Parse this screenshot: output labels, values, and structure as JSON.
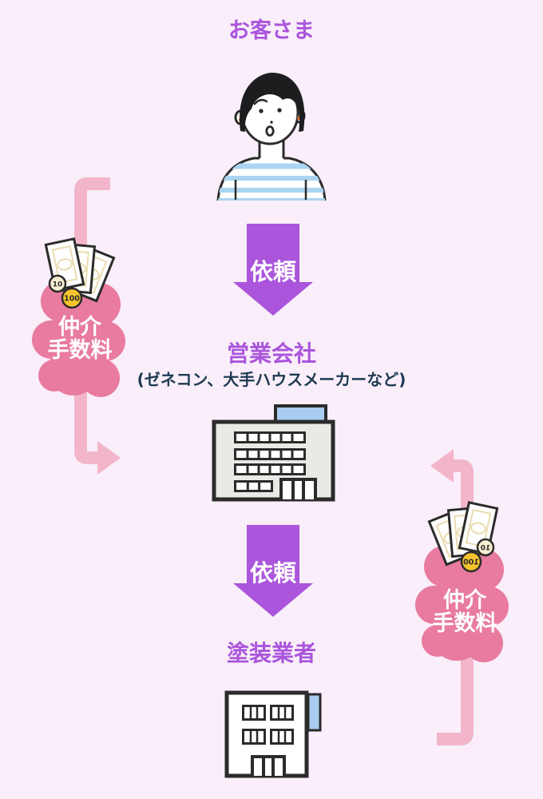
{
  "nodes": {
    "customer": {
      "label": "お客さま"
    },
    "sales_company": {
      "label": "営業会社",
      "sublabel": "(ゼネコン、大手ハウスメーカーなど)"
    },
    "painting_contractor": {
      "label": "塗装業者"
    }
  },
  "arrows": {
    "request1": {
      "label": "依頼"
    },
    "request2": {
      "label": "依頼"
    }
  },
  "fees": {
    "left": {
      "line1": "仲介",
      "line2": "手数料"
    },
    "right": {
      "line1": "仲介",
      "line2": "手数料"
    }
  },
  "money": {
    "coin_small": "10",
    "coin_large": "100"
  },
  "colors": {
    "bg": "#f9eef9",
    "purple": "#aa55dc",
    "navy": "#1e3a52",
    "cloud_pink": "#e87b9f",
    "arrow_pink": "#f3b5ca",
    "outline": "#2b2b2b",
    "blue_accent": "#a9cdf1",
    "building_gray": "#e9e9e6",
    "coin_gold": "#f6c52e",
    "coin_cream": "#f8efd2",
    "bill_decor": "#eadcb0",
    "stripe_blue": "#aad4f2",
    "ear_orange": "#e0652f"
  }
}
